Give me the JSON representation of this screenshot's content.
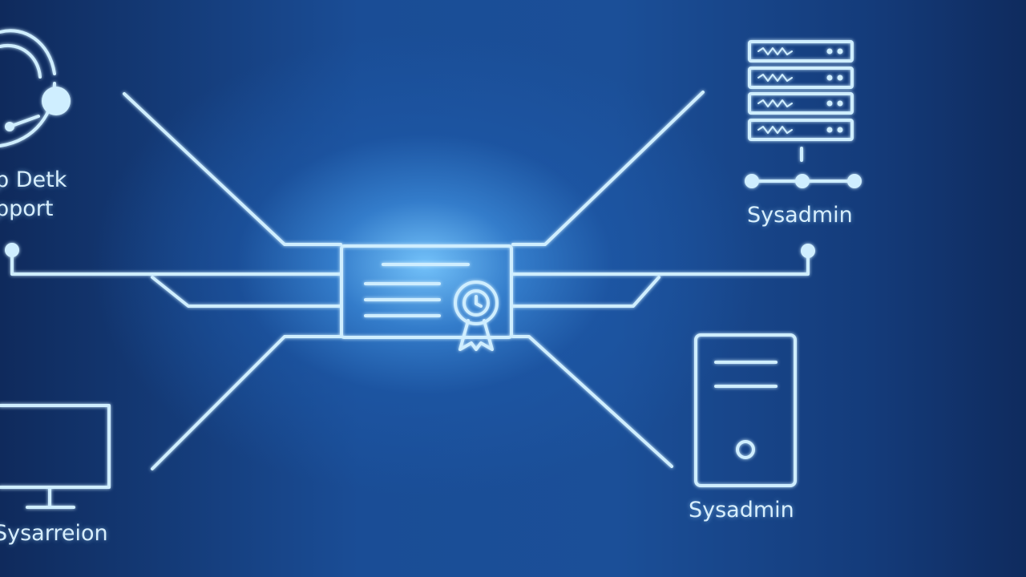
{
  "labels": {
    "help_desk_line1": "p Detk",
    "help_desk_line2": "pport",
    "sysadmin_top": "Sysadmin",
    "sysadmin_bottom": "Sysadmin",
    "workstation": "Sysarreion"
  },
  "colors": {
    "line": "#cfeeff",
    "glow": "#8fd3ff",
    "background_center": "#7cc4f5",
    "background_edge": "#0f2a5c"
  },
  "icons": {
    "help_desk": "headset-icon",
    "sysadmin_top": "server-rack-icon",
    "sysadmin_bottom": "tower-pc-icon",
    "workstation": "monitor-icon",
    "center": "certificate-icon"
  }
}
